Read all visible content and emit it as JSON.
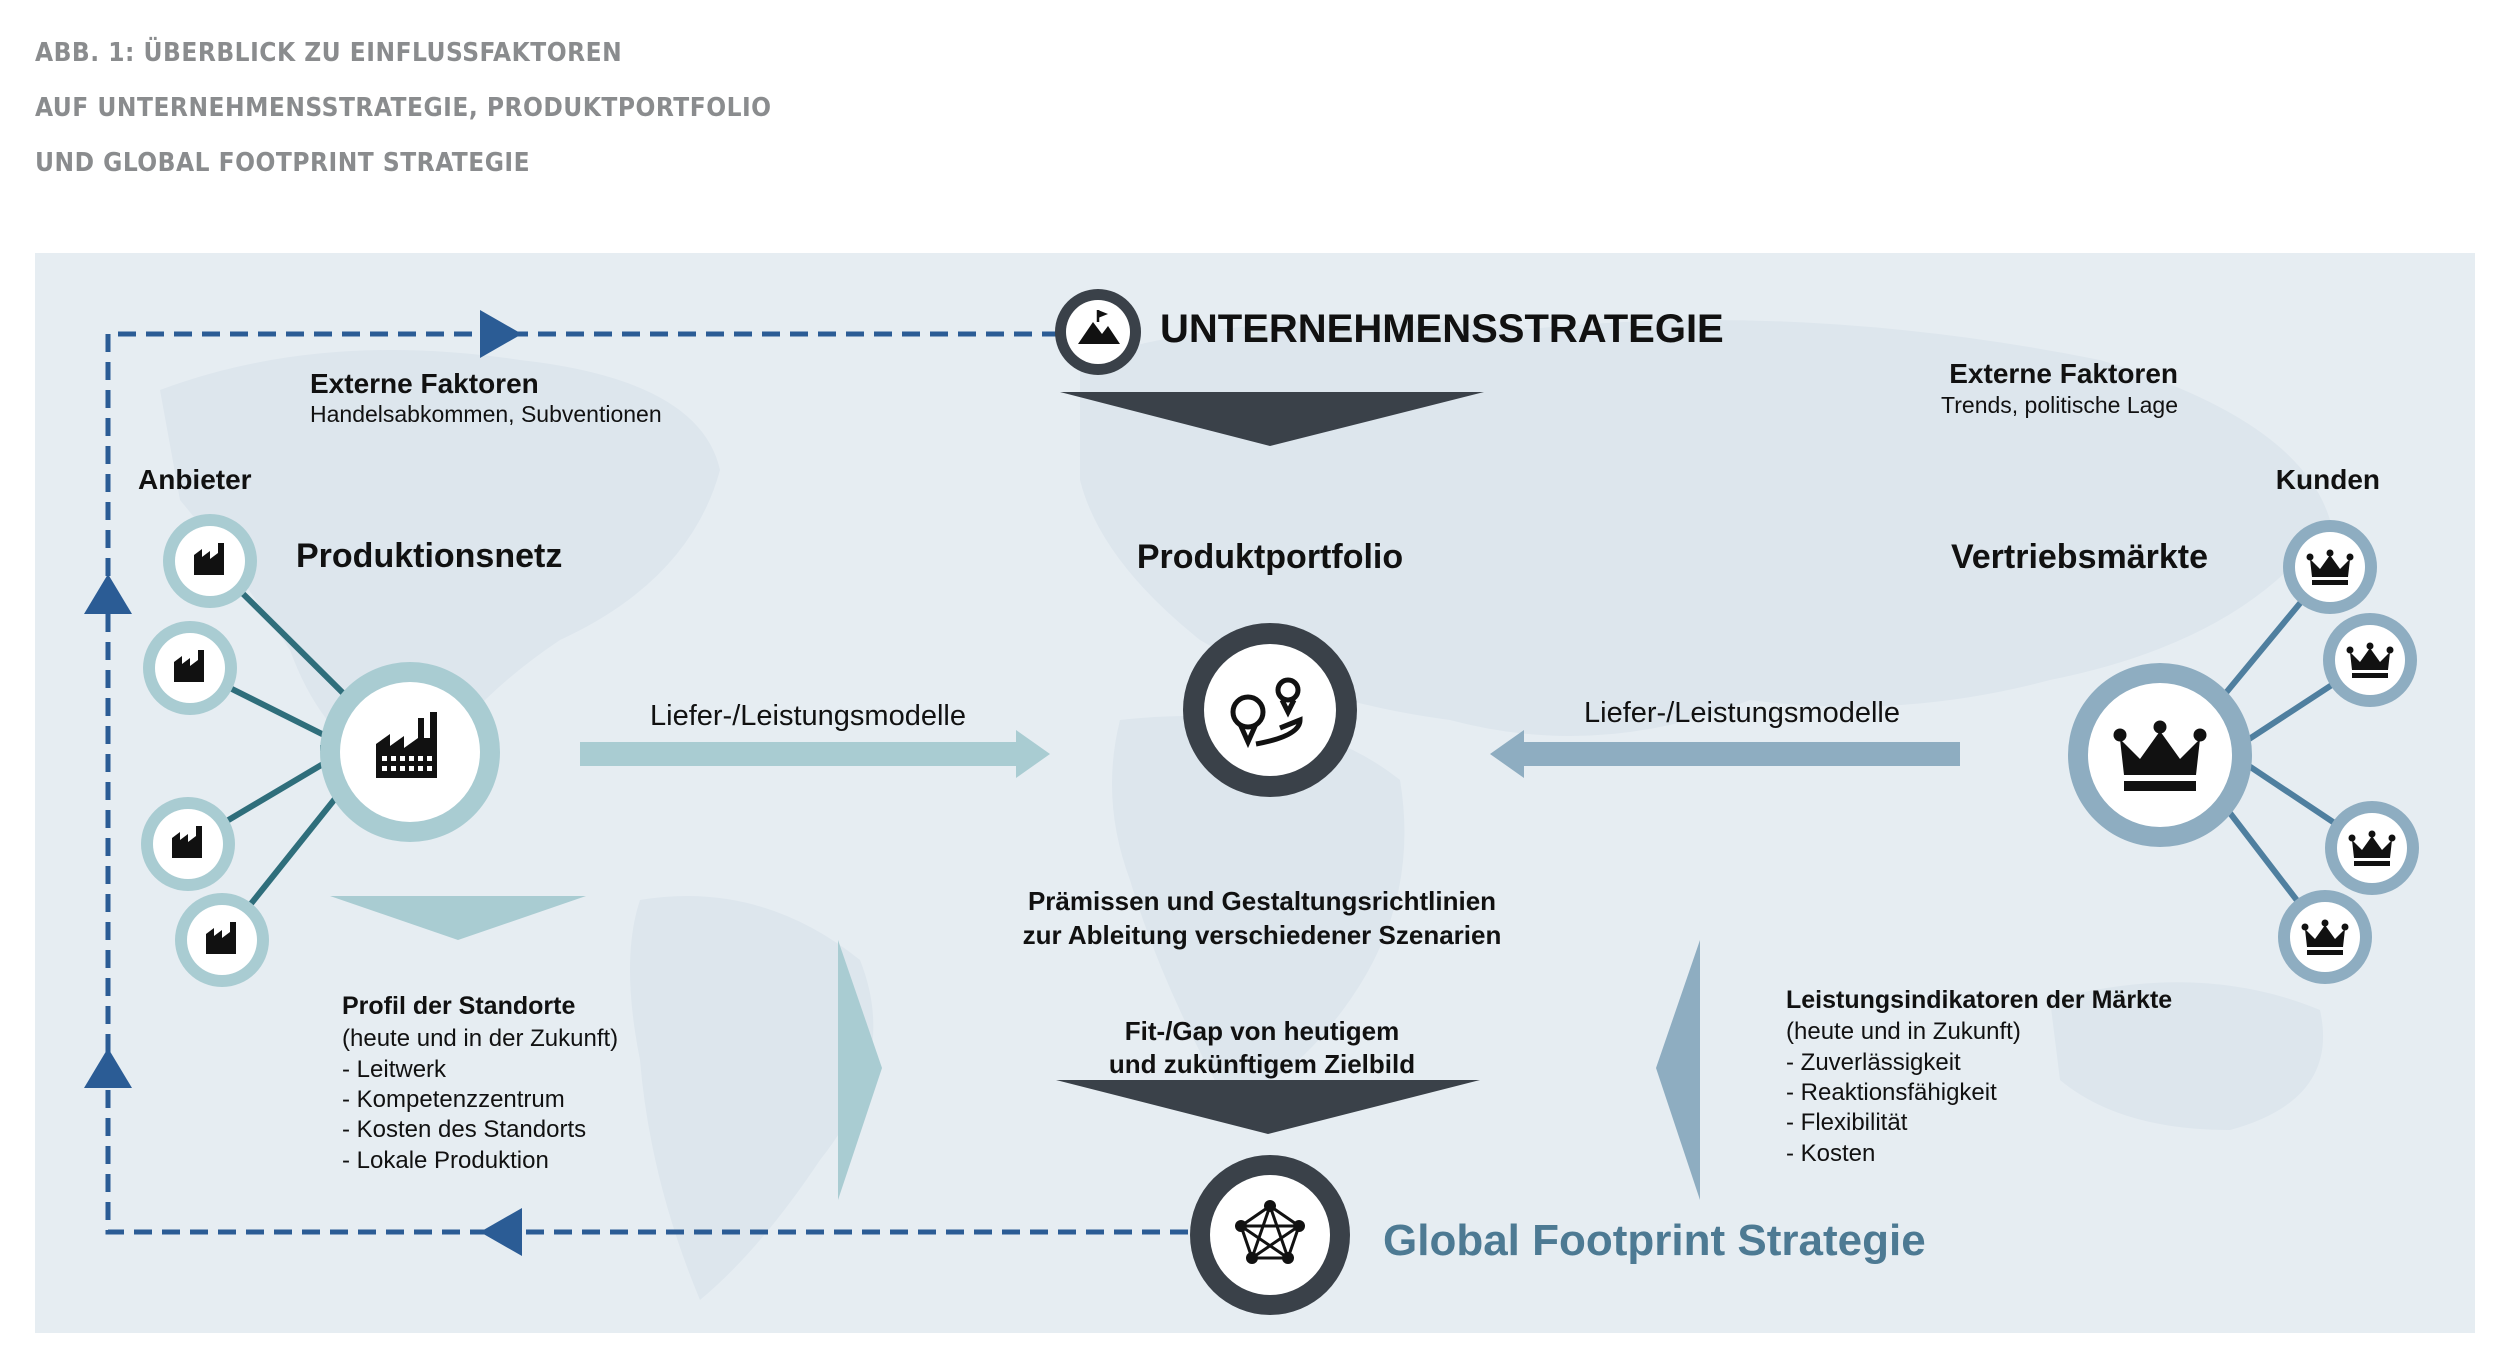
{
  "caption": {
    "line1": "ABB. 1: ÜBERBLICK ZU EINFLUSSFAKTOREN",
    "line2": "AUF UNTERNEHMENSSTRATEGIE, PRODUKTPORTFOLIO",
    "line3": "UND GLOBAL FOOTPRINT STRATEGIE"
  },
  "diagram": {
    "title_top": "UNTERNEHMENSSTRATEGIE",
    "title_bottom": "Global Footprint Strategie",
    "external_left": {
      "title": "Externe Faktoren",
      "subtitle": "Handelsabkommen, Subventionen"
    },
    "external_right": {
      "title": "Externe Faktoren",
      "subtitle": "Trends, politische Lage"
    },
    "supplier_label": "Anbieter",
    "customer_label": "Kunden",
    "left_hub_title": "Produktionsnetz",
    "center_title": "Produktportfolio",
    "right_hub_title": "Vertriebsmärkte",
    "flow_left_label": "Liefer-/Leistungsmodelle",
    "flow_right_label": "Liefer-/Leistungsmodelle",
    "premises": [
      "Prämissen und Gestaltungsrichtlinien",
      "zur Ableitung verschiedener Szenarien"
    ],
    "fitgap": [
      "Fit-/Gap von heutigem",
      "und zukünftigem Zielbild"
    ],
    "profile": {
      "title": "Profil der Standorte",
      "subtitle": "(heute und in der Zukunft)",
      "items": [
        "- Leitwerk",
        "- Kompetenzzentrum",
        "- Kosten des Standorts",
        "- Lokale Produktion"
      ]
    },
    "indicators": {
      "title": "Leistungsindikatoren der Märkte",
      "subtitle": "(heute und in Zukunft)",
      "items": [
        "- Zuverlässigkeit",
        "- Reaktionsfähigkeit",
        "- Flexibilität",
        "- Kosten"
      ]
    },
    "icons": {
      "top": "mountain-flag-icon",
      "center": "route-pins-icon",
      "bottom": "network-star-icon",
      "left": "factory-icon",
      "right": "crown-icon"
    },
    "colors": {
      "dark": "#3a4149",
      "teal_light": "#a9ccd2",
      "blue_light": "#8eadc1",
      "dashed": "#2b5c95",
      "title_blue": "#4d7a93",
      "background": "#e6edf2"
    }
  }
}
